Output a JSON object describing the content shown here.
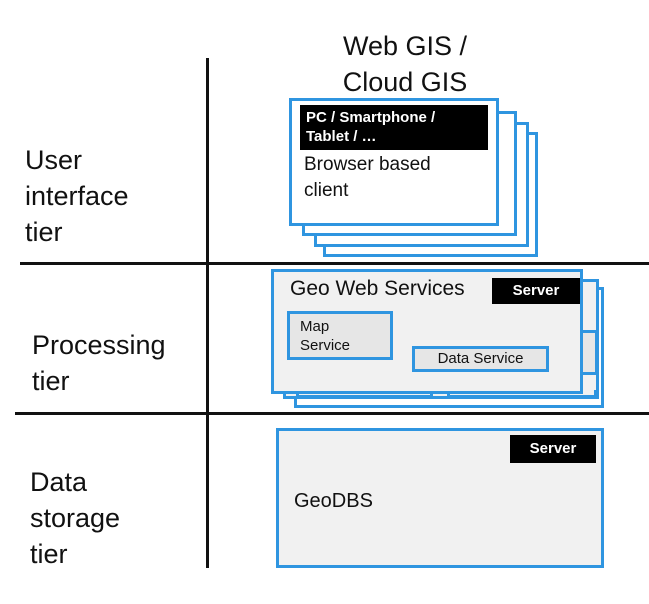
{
  "header": {
    "title": "Web GIS /\nCloud GIS"
  },
  "tiers": {
    "user_interface": "User\ninterface\ntier",
    "processing": "Processing\ntier",
    "data_storage": "Data\nstorage\ntier"
  },
  "client": {
    "device_label": "PC / Smartphone /\nTablet / …",
    "text": "Browser based\nclient"
  },
  "processing": {
    "title": "Geo Web Services",
    "server_label": "Server",
    "map_service": "Map\nService",
    "data_service": "Data Service"
  },
  "storage": {
    "server_label": "Server",
    "text": "GeoDBS"
  },
  "colors": {
    "accent": "#2f95e0",
    "panel": "#f1f1f1",
    "inner": "#e6e6e6",
    "label_bg": "#000000"
  }
}
